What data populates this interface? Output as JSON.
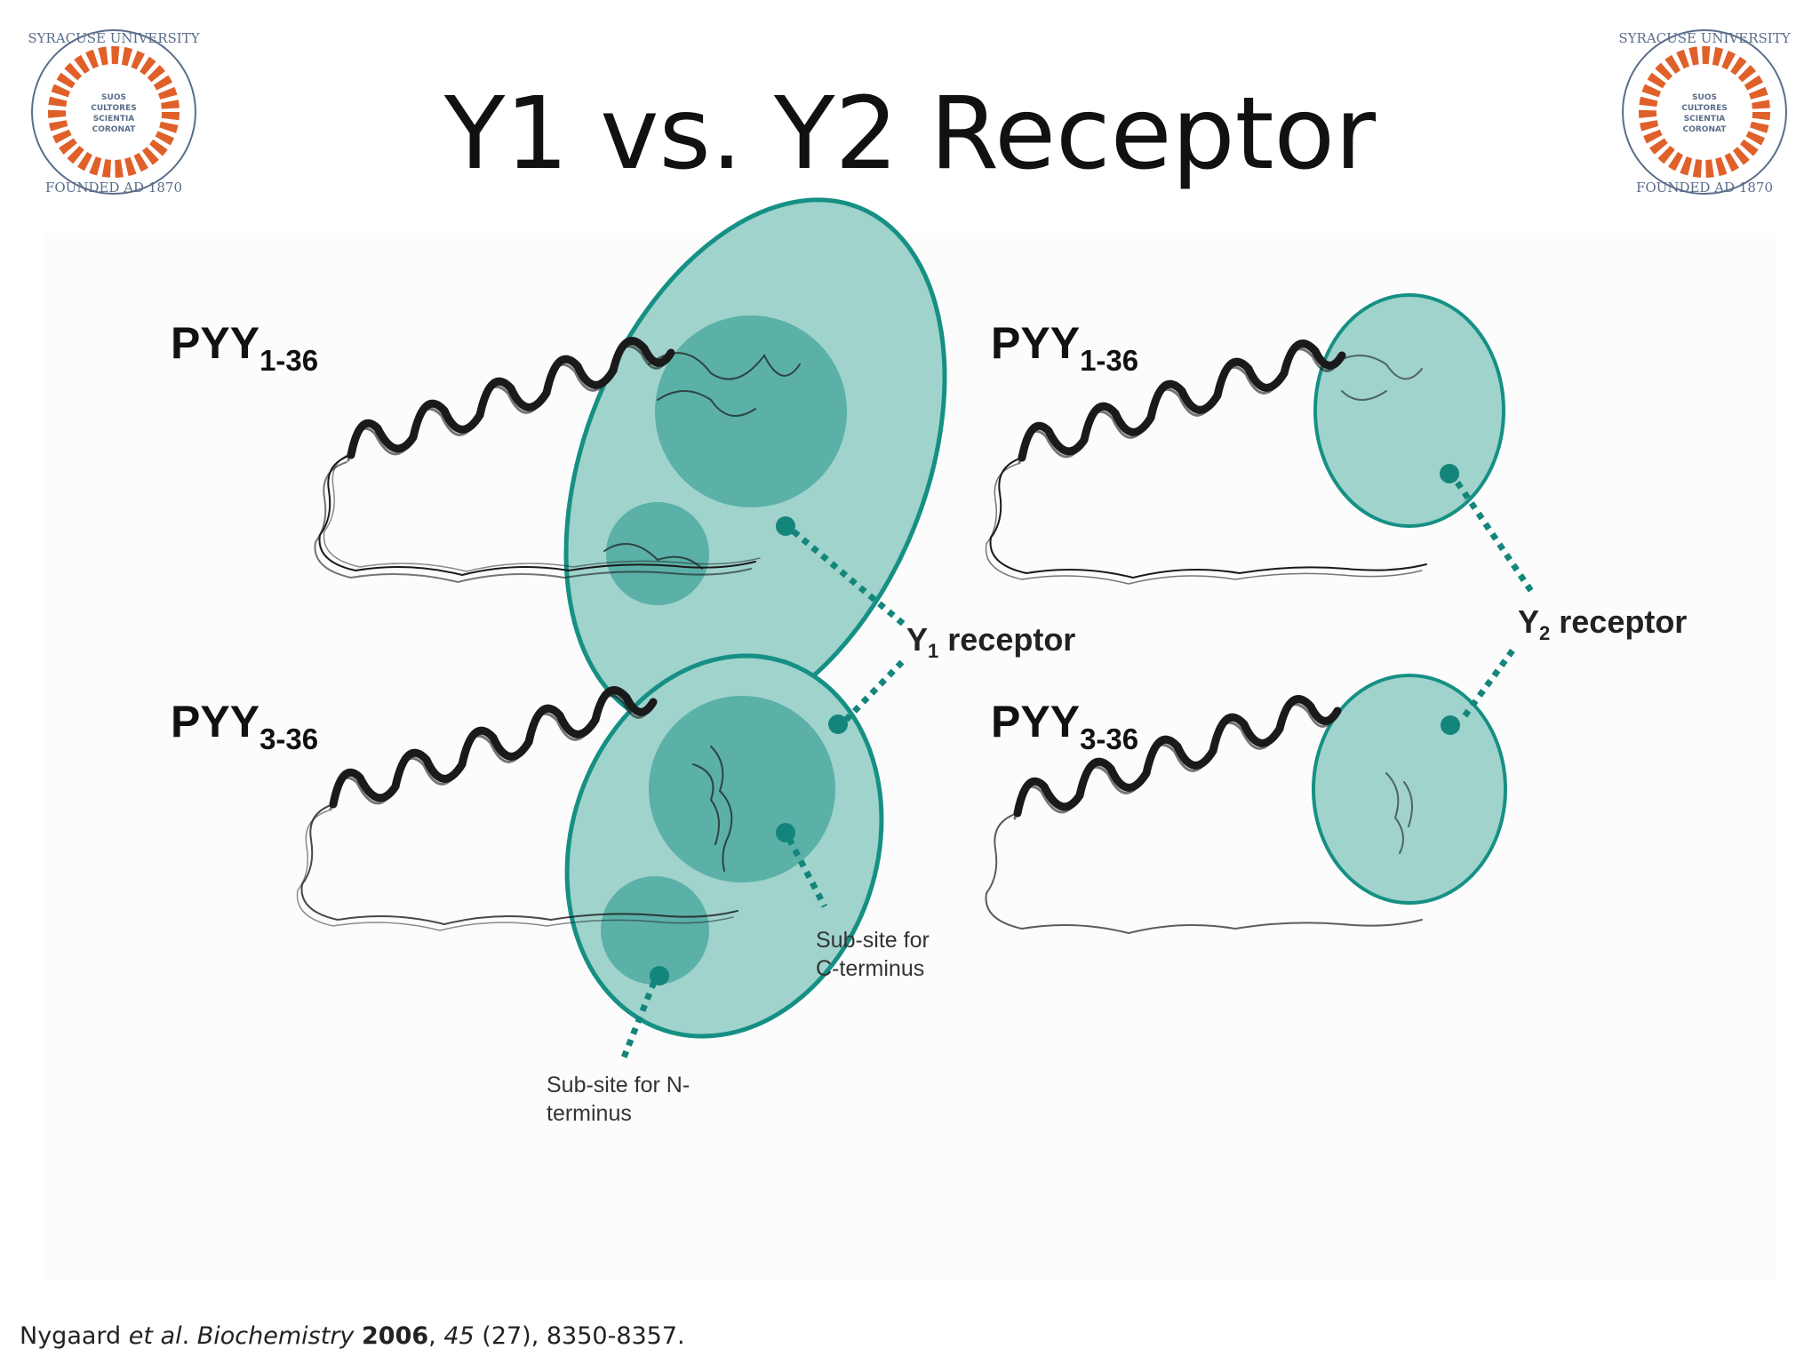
{
  "title": "Y1 vs. Y2 Receptor",
  "logo": {
    "ring_text_top": "SYRACUSE UNIVERSITY",
    "ring_text_bottom": "FOUNDED AD 1870",
    "center_lines": [
      "SUOS",
      "CULTORES",
      "SCIENTIA",
      "CORONAT"
    ],
    "ring_color": "#e0602a",
    "text_color": "#5a6e8a"
  },
  "panels": {
    "y1_top": {
      "peptide": "PYY",
      "range": "1-36"
    },
    "y1_bottom": {
      "peptide": "PYY",
      "range": "3-36"
    },
    "y2_top": {
      "peptide": "PYY",
      "range": "1-36"
    },
    "y2_bottom": {
      "peptide": "PYY",
      "range": "3-36"
    }
  },
  "receptors": {
    "y1": {
      "prefix": "Y",
      "sub": "1",
      "suffix": " receptor"
    },
    "y2": {
      "prefix": "Y",
      "sub": "2",
      "suffix": " receptor"
    }
  },
  "subsite_labels": {
    "c_terminus": [
      "Sub-site for",
      "C-terminus"
    ],
    "n_terminus": [
      "Sub-site for N-",
      "terminus"
    ]
  },
  "colors": {
    "receptor_fill": "#9fd3cc",
    "receptor_stroke": "#169084",
    "subsite_fill": "#4fa9a0",
    "dot": "#14857a",
    "peptide": "#1a1a1a"
  },
  "citation": {
    "authors": "Nygaard ",
    "etal": "et al",
    "dot": ". ",
    "journal": "Biochemistry",
    "space": " ",
    "year": "2006",
    "comma": ", ",
    "volume": "45",
    "rest": " (27), 8350-8357."
  }
}
